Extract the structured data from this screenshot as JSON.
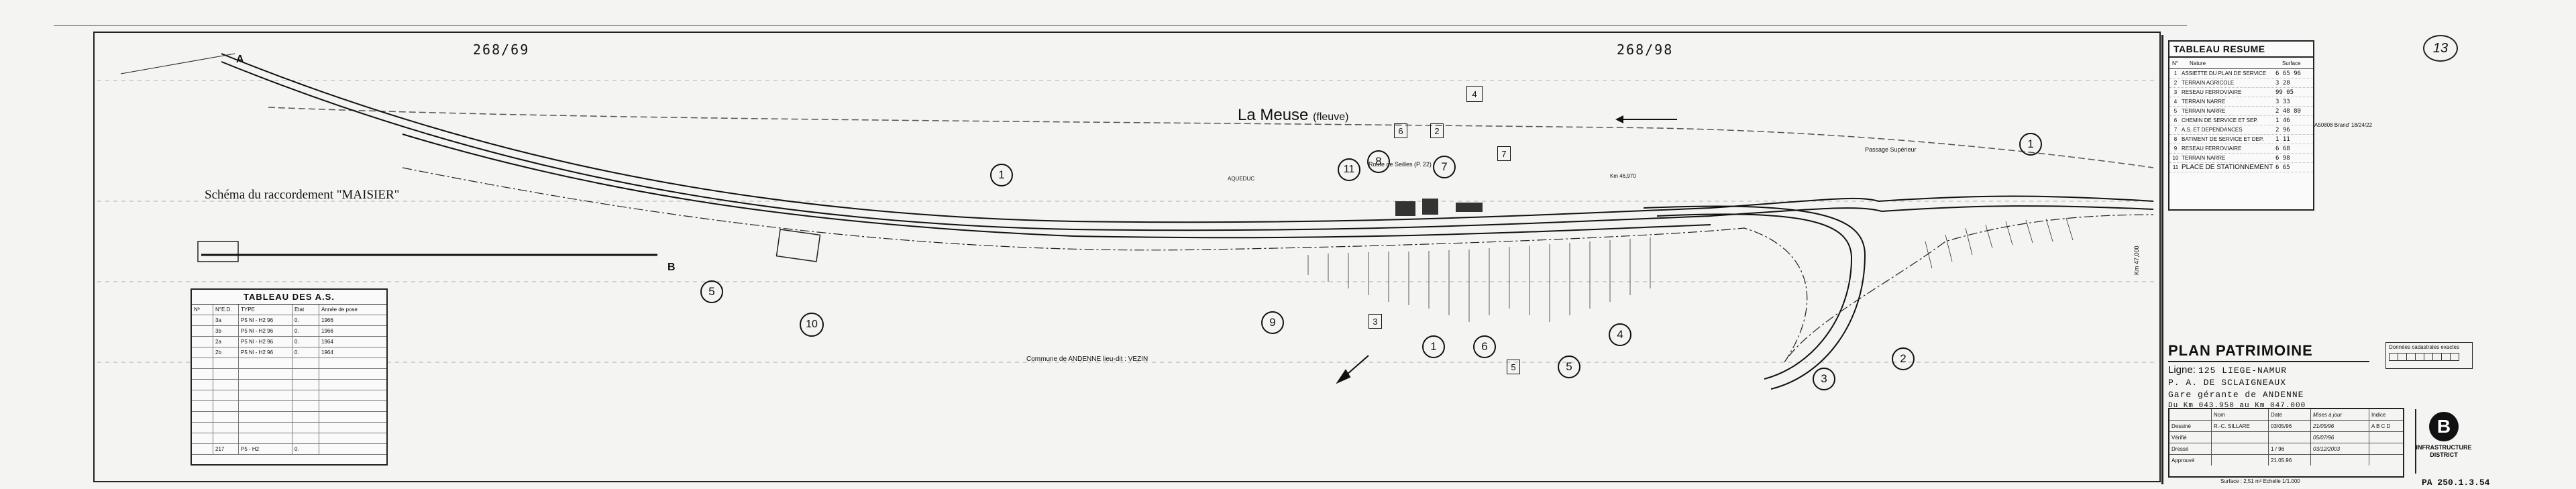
{
  "map": {
    "top_numbers": [
      "268/69",
      "268/98"
    ],
    "river_label": "La Meuse",
    "river_sub": "(fleuve)",
    "schema_label": "Schéma du raccordement \"MAISIER\"",
    "commune_label": "Commune de ANDENNE lieu-dit : VEZIN",
    "route_label": "Route de Seilles (P. 22)",
    "tunnel_label": "Passage Supérieur",
    "station_label": "Km 46,970",
    "aqueduc_label": "AQUEDUC",
    "pole_labels": [
      "A",
      "B"
    ],
    "right_km": "Km 47,000",
    "parcel_numbers": [
      "1",
      "2",
      "3",
      "4",
      "5",
      "6",
      "7",
      "8",
      "9",
      "10",
      "11"
    ],
    "boxed_numbers": [
      "2",
      "3",
      "4",
      "5",
      "6",
      "7"
    ]
  },
  "tableau_resume": {
    "title": "TABLEAU RESUME",
    "col_no": "N°",
    "col_nature": "Nature",
    "col_surface": "Surface",
    "rows": [
      {
        "no": "1",
        "nature": "ASSIETTE DU PLAN DE SERVICE",
        "val": "6 65 96"
      },
      {
        "no": "2",
        "nature": "TERRAIN AGRICOLE",
        "val": "3 28"
      },
      {
        "no": "3",
        "nature": "RESEAU FERROVIAIRE",
        "val": "99 05"
      },
      {
        "no": "4",
        "nature": "TERRAIN NARRE",
        "val": "3 33"
      },
      {
        "no": "5",
        "nature": "TERRAIN NARRE",
        "val": "2 48 80"
      },
      {
        "no": "6",
        "nature": "CHEMIN DE SERVICE ET SEP.",
        "val": "1 46"
      },
      {
        "no": "7",
        "nature": "A.S. ET DEPENDANCES",
        "val": "2 96"
      },
      {
        "no": "8",
        "nature": "BATIMENT DE SERVICE ET DEP.",
        "val": "1 11"
      },
      {
        "no": "9",
        "nature": "RESEAU FERROVIAIRE",
        "val": "6 68"
      },
      {
        "no": "10",
        "nature": "TERRAIN NARRE",
        "val": "6 98"
      },
      {
        "no": "11",
        "nature": "PLACE DE STATIONNEMENT",
        "val": "6 65"
      }
    ],
    "note": "A50808 Brand' 18/24/22"
  },
  "sheet_number": "13",
  "plan": {
    "title": "PLAN PATRIMOINE",
    "ligne_label": "Ligne:",
    "ligne_value": "125 LIEGE-NAMUR",
    "line2": "P. A. DE SCLAIGNEAUX",
    "line3": "Gare gérante de ANDENNE",
    "line4": "Du Km 043.950 au Km 047.000"
  },
  "dossier": {
    "label": "Données cadastrales exactes"
  },
  "signatures": {
    "header": [
      "",
      "Nom",
      "Date",
      "Mises à jour",
      "Indice"
    ],
    "rows": [
      {
        "role": "Dessiné",
        "nom": "R.-C. SILLARE",
        "date": "03/05/96",
        "maj": "21/05/96",
        "indice": "A B C D"
      },
      {
        "role": "Vérifié",
        "nom": "",
        "date": "",
        "maj": "05/07/96",
        "indice": ""
      },
      {
        "role": "Dressé",
        "nom": "",
        "date": "1 / 96",
        "maj": "03/12/2003",
        "indice": ""
      },
      {
        "role": "Approuvé",
        "nom": "",
        "date": "21.05.96",
        "maj": "",
        "indice": ""
      }
    ],
    "surface": "Surface : 2,51 m²   Echelle 1/1.000",
    "ref": "PA 250.1.3.54"
  },
  "logo": {
    "letter": "B",
    "line1": "INFRASTRUCTURE",
    "line2": "DISTRICT"
  },
  "tableau_as": {
    "title": "TABLEAU DES A.S.",
    "headers": [
      "Nº",
      "N°E.D.",
      "TYPE",
      "Etat",
      "Année de pose"
    ],
    "rows": [
      {
        "n": "",
        "ed": "3a",
        "type": "P5 Nl - H2 96",
        "etat": "0.",
        "annee": "1966"
      },
      {
        "n": "",
        "ed": "3b",
        "type": "P5 Nl - H2 96",
        "etat": "0.",
        "annee": "1966"
      },
      {
        "n": "",
        "ed": "2a",
        "type": "P5 Nl - H2 96",
        "etat": "0.",
        "annee": "1964"
      },
      {
        "n": "",
        "ed": "2b",
        "type": "P5 Nl - H2 96",
        "etat": "0.",
        "annee": "1964"
      },
      {
        "n": "",
        "ed": "",
        "type": "",
        "etat": "",
        "annee": ""
      },
      {
        "n": "",
        "ed": "",
        "type": "",
        "etat": "",
        "annee": ""
      },
      {
        "n": "",
        "ed": "",
        "type": "",
        "etat": "",
        "annee": ""
      },
      {
        "n": "",
        "ed": "",
        "type": "",
        "etat": "",
        "annee": ""
      },
      {
        "n": "",
        "ed": "",
        "type": "",
        "etat": "",
        "annee": ""
      },
      {
        "n": "",
        "ed": "",
        "type": "",
        "etat": "",
        "annee": ""
      },
      {
        "n": "",
        "ed": "",
        "type": "",
        "etat": "",
        "annee": ""
      },
      {
        "n": "",
        "ed": "",
        "type": "",
        "etat": "",
        "annee": ""
      },
      {
        "n": "",
        "ed": "217",
        "type": "P5 - H2",
        "etat": "0.",
        "annee": ""
      }
    ]
  }
}
